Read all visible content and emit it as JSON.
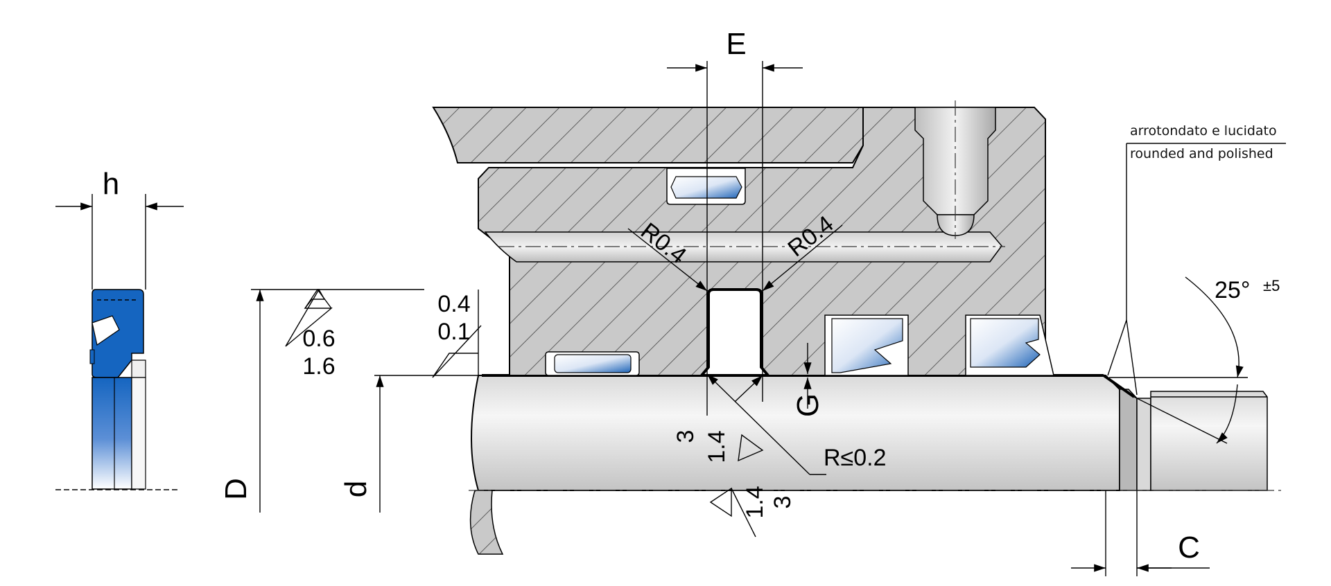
{
  "labels": {
    "h": "h",
    "E": "E",
    "G": "G",
    "C": "C",
    "D": "D",
    "d": "d",
    "r_left": "R0.4",
    "r_right": "R0.4",
    "r_small": "R≤0.2",
    "angle": "25°",
    "angle_tol": "±5",
    "rough_housing_1": "0.6",
    "rough_housing_2": "1.6",
    "rough_mid_1": "0.4",
    "rough_mid_2": "0.1",
    "rough_groove_1": "3",
    "rough_groove_2": "1.4",
    "rough_rod_1": "1.4",
    "rough_rod_2": "3",
    "note_it": "arrotondato e lucidato",
    "note_en": "rounded and polished"
  },
  "colors": {
    "seal_blue": "#1565c0",
    "metal_gray": "#c8c8c8",
    "rod_light": "#eeeeee"
  }
}
